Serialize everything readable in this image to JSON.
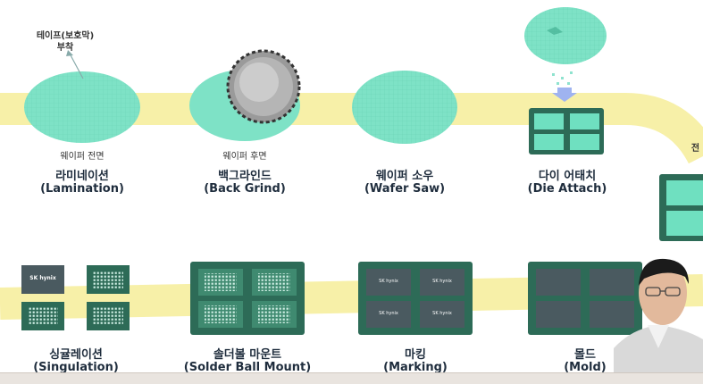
{
  "annotation": {
    "tape_line1": "테이프(보호막)",
    "tape_line2": "부착"
  },
  "top_steps": [
    {
      "sub": "웨이퍼 전면",
      "ko": "라미네이션",
      "en": "(Lamination)"
    },
    {
      "sub": "웨이퍼 후면",
      "ko": "백그라인드",
      "en": "(Back Grind)"
    },
    {
      "sub": "",
      "ko": "웨이퍼 소우",
      "en": "(Wafer Saw)"
    },
    {
      "sub": "",
      "ko": "다이 어태치",
      "en": "(Die Attach)"
    }
  ],
  "edge_label": "전",
  "bottom_steps": [
    {
      "ko": "싱귤레이션",
      "en": "(Singulation)"
    },
    {
      "ko": "솔더볼 마운트",
      "en": "(Solder Ball Mount)"
    },
    {
      "ko": "마킹",
      "en": "(Marking)"
    },
    {
      "ko": "몰드",
      "en": "(Mold)"
    }
  ],
  "chip_logo": "SK hynix",
  "colors": {
    "flow": "#f7f0a8",
    "wafer": "#7ee2c6",
    "board": "#2d6b57",
    "cell": "#6fe0c0",
    "mold": "#4a5a60"
  }
}
